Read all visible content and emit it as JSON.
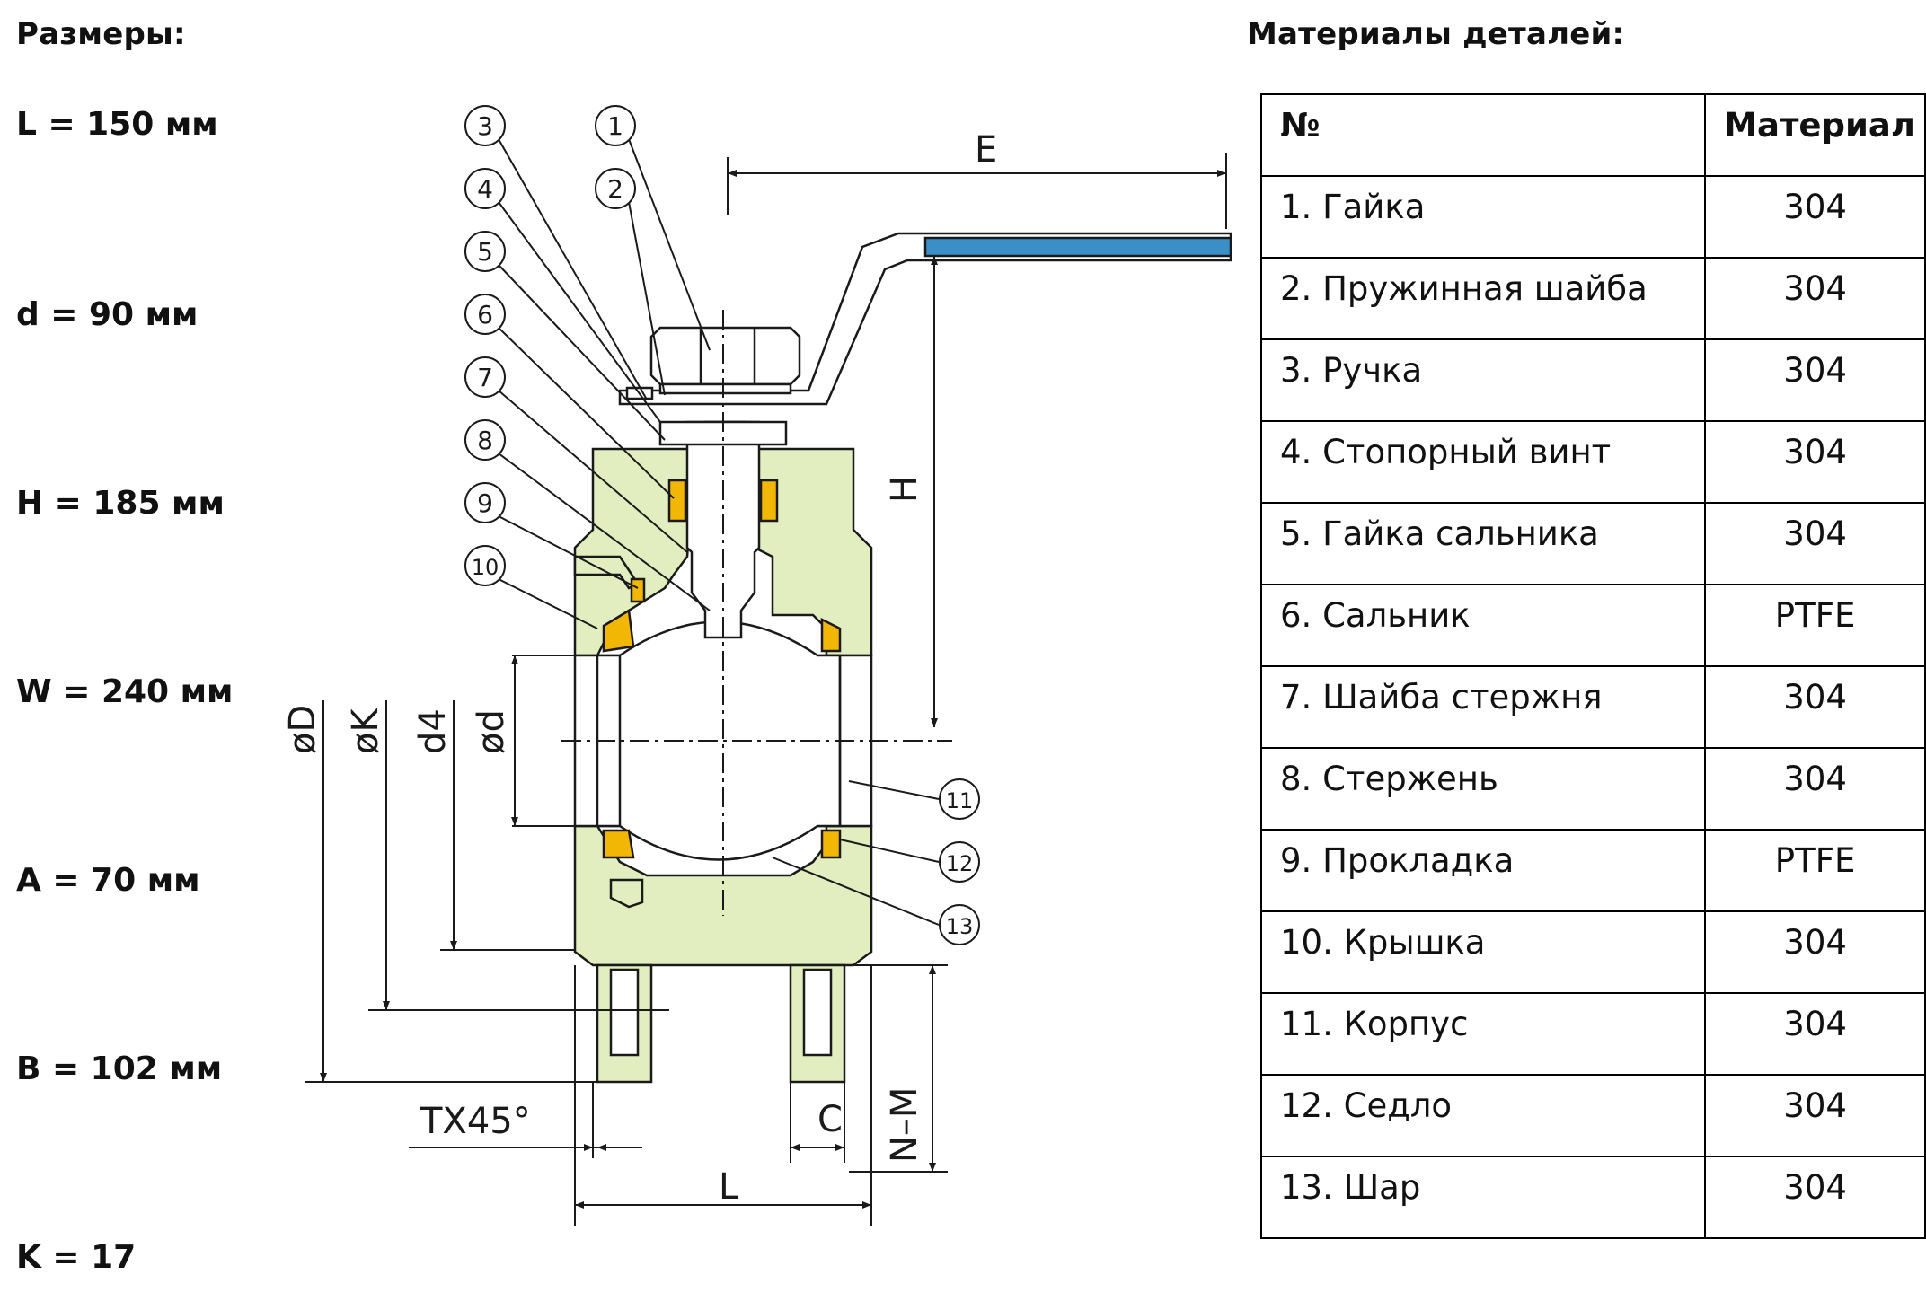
{
  "headings": {
    "dimensions": "Размеры:",
    "materials": "Материалы деталей:"
  },
  "dimensions": [
    "L = 150 мм",
    "d = 90 мм",
    "H = 185 мм",
    "W = 240 мм",
    "A = 70 мм",
    "B = 102 мм",
    "K = 17"
  ],
  "table": {
    "headers": {
      "number": "№",
      "material": "Материал"
    },
    "rows": [
      {
        "part": "1.   Гайка",
        "material": "304"
      },
      {
        "part": "2.   Пружинная шайба",
        "material": "304"
      },
      {
        "part": "3.   Ручка",
        "material": "304"
      },
      {
        "part": "4.   Стопорный винт",
        "material": "304"
      },
      {
        "part": "5.   Гайка сальника",
        "material": "304"
      },
      {
        "part": "6.   Сальник",
        "material": "PTFE"
      },
      {
        "part": "7.   Шайба стержня",
        "material": "304"
      },
      {
        "part": "8.   Стержень",
        "material": "304"
      },
      {
        "part": "9.   Прокладка",
        "material": "PTFE"
      },
      {
        "part": "10. Крышка",
        "material": "304"
      },
      {
        "part": "11. Корпус",
        "material": "304"
      },
      {
        "part": "12. Седло",
        "material": "304"
      },
      {
        "part": "13. Шар",
        "material": "304"
      }
    ]
  },
  "drawing": {
    "callouts": [
      "1",
      "2",
      "3",
      "4",
      "5",
      "6",
      "7",
      "8",
      "9",
      "10",
      "11",
      "12",
      "13"
    ],
    "labels": {
      "E": "E",
      "H": "H",
      "L": "L",
      "C": "C",
      "NM": "N–M",
      "TX45": "TX45°",
      "D": "øD",
      "K": "øK",
      "d4": "d4",
      "d": "ød"
    },
    "colors": {
      "body": "#e3eec0",
      "packing": "#f2b705",
      "handle_grip": "#3a8fc7",
      "line": "#1a1a1a"
    }
  }
}
